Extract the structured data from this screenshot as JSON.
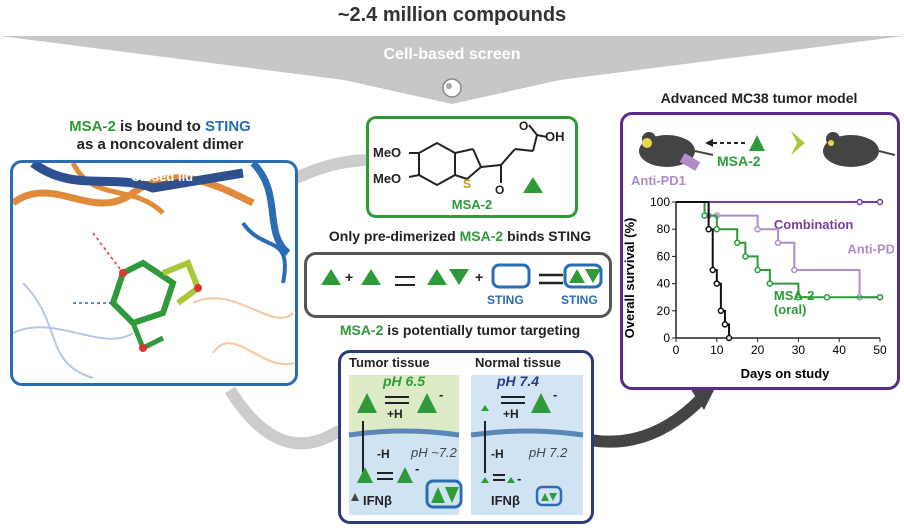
{
  "header": {
    "title": "~2.4 million compounds",
    "screen": "Cell-based screen"
  },
  "left_panel": {
    "caption_part1": "MSA-2",
    "caption_part2": " is bound to ",
    "caption_part3": "STING",
    "caption_line2": "as a noncovalent dimer",
    "lid_label": "Closed lid"
  },
  "molecule": {
    "label": "MSA-2",
    "group1": "MeO",
    "group2": "MeO",
    "oh": "OH",
    "o1": "O",
    "o2": "O",
    "s": "S"
  },
  "dimer": {
    "title_part1": "Only pre-dimerized ",
    "title_part2": "MSA-2",
    "title_part3": " binds STING",
    "plus1": "+",
    "plus2": "+",
    "sting1": "STING",
    "sting2": "STING"
  },
  "targeting": {
    "title_part1": "MSA-2",
    "title_part2": " is potentially tumor targeting",
    "tumor_label": "Tumor tissue",
    "normal_label": "Normal tissue",
    "tumor_ph": "pH 6.5",
    "normal_ph": "pH 7.4",
    "plus_h1": "+H",
    "plus_h2": "+H",
    "minus_h1": "-H",
    "minus_h2": "-H",
    "tumor_inner_ph": "pH ~7.2",
    "normal_inner_ph": "pH 7.2",
    "ifn1": "IFNβ",
    "ifn2": "IFNβ",
    "minus1": "-",
    "minus2": "-",
    "minus3": "-",
    "minus4": "-"
  },
  "model": {
    "title": "Advanced MC38 tumor model",
    "msa2": "MSA-2",
    "anti_pd1_label": "Anti-PD1"
  },
  "colors": {
    "green": "#2e9a3a",
    "blue": "#2a6db5",
    "purple": "#7a3d9a",
    "lavender": "#b08cc9",
    "black": "#111111"
  },
  "chart_data": {
    "type": "line",
    "xlabel": "Days on study",
    "ylabel": "Overall survival (%)",
    "xlim": [
      0,
      50
    ],
    "ylim": [
      0,
      100
    ],
    "xticks": [
      0,
      10,
      20,
      30,
      40,
      50
    ],
    "yticks": [
      0,
      20,
      40,
      60,
      80,
      100
    ],
    "series": [
      {
        "name": "Combination",
        "color": "#7a3d9a",
        "x": [
          0,
          45,
          50
        ],
        "y": [
          100,
          100,
          100
        ]
      },
      {
        "name": "Anti-PD1",
        "color": "#b08cc9",
        "x": [
          0,
          8,
          10,
          20,
          25,
          29,
          45,
          50
        ],
        "y": [
          100,
          90,
          90,
          80,
          70,
          50,
          30,
          30
        ]
      },
      {
        "name": "MSA-2\n(oral)",
        "color": "#2e9a3a",
        "x": [
          0,
          7,
          10,
          15,
          17,
          20,
          23,
          30,
          37,
          50
        ],
        "y": [
          100,
          90,
          80,
          70,
          60,
          50,
          40,
          30,
          30,
          30
        ]
      },
      {
        "name": "",
        "color": "#111111",
        "x": [
          0,
          8,
          9,
          10,
          11,
          12,
          13
        ],
        "y": [
          100,
          80,
          50,
          40,
          20,
          10,
          0
        ]
      }
    ]
  }
}
